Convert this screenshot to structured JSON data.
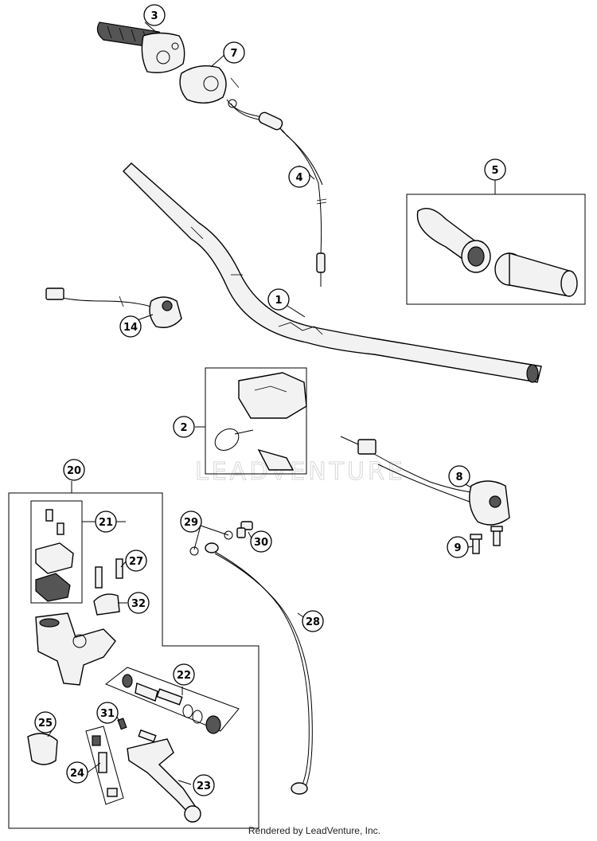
{
  "diagram": {
    "watermark": "LEADVENTURE",
    "credit": "Rendered by LeadVenture, Inc."
  },
  "callouts": [
    {
      "id": "1",
      "label": "1"
    },
    {
      "id": "2",
      "label": "2"
    },
    {
      "id": "3",
      "label": "3"
    },
    {
      "id": "4",
      "label": "4"
    },
    {
      "id": "5",
      "label": "5"
    },
    {
      "id": "7",
      "label": "7"
    },
    {
      "id": "8",
      "label": "8"
    },
    {
      "id": "9",
      "label": "9"
    },
    {
      "id": "14",
      "label": "14"
    },
    {
      "id": "20",
      "label": "20"
    },
    {
      "id": "21",
      "label": "21"
    },
    {
      "id": "22",
      "label": "22"
    },
    {
      "id": "23",
      "label": "23"
    },
    {
      "id": "24",
      "label": "24"
    },
    {
      "id": "25",
      "label": "25"
    },
    {
      "id": "27",
      "label": "27"
    },
    {
      "id": "28",
      "label": "28"
    },
    {
      "id": "29",
      "label": "29"
    },
    {
      "id": "30",
      "label": "30"
    },
    {
      "id": "31",
      "label": "31"
    },
    {
      "id": "32",
      "label": "32"
    }
  ]
}
